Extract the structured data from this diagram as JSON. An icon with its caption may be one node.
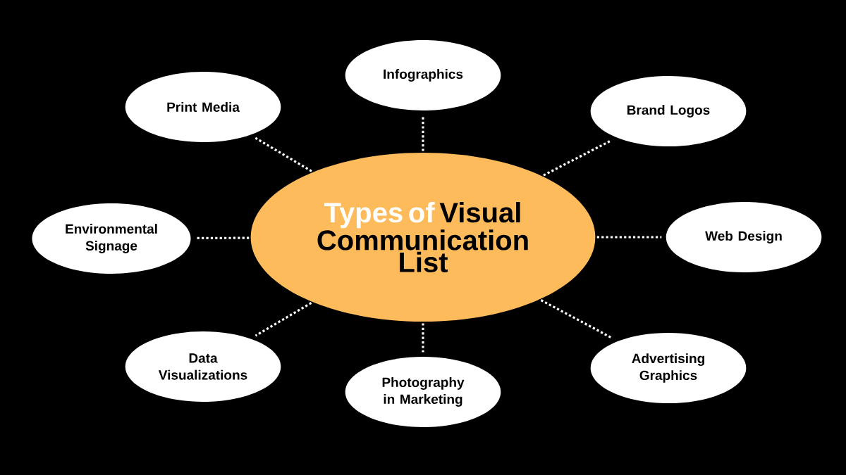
{
  "diagram": {
    "nodes": [
      {
        "text": [
          "Types of",
          "Visual Communication List"
        ]
      },
      {
        "text": [
          "Infographics"
        ]
      },
      {
        "text": [
          "Print Media"
        ]
      },
      {
        "text": [
          "Brand Logos"
        ]
      },
      {
        "text": [
          "Environmental Signage"
        ]
      },
      {
        "text": [
          "Web Design"
        ]
      },
      {
        "text": [
          "Data Visualizations"
        ]
      },
      {
        "text": [
          "Photography in Marketing"
        ]
      },
      {
        "text": [
          "Advertising Graphics"
        ]
      }
    ],
    "edges": [
      {
        "from": 0,
        "to": 1,
        "arrow": "none"
      },
      {
        "from": 0,
        "to": 2,
        "arrow": "none"
      },
      {
        "from": 0,
        "to": 3,
        "arrow": "none"
      },
      {
        "from": 0,
        "to": 4,
        "arrow": "none"
      },
      {
        "from": 0,
        "to": 5,
        "arrow": "none"
      },
      {
        "from": 0,
        "to": 6,
        "arrow": "none"
      },
      {
        "from": 0,
        "to": 7,
        "arrow": "none"
      },
      {
        "from": 0,
        "to": 8,
        "arrow": "none"
      }
    ]
  }
}
